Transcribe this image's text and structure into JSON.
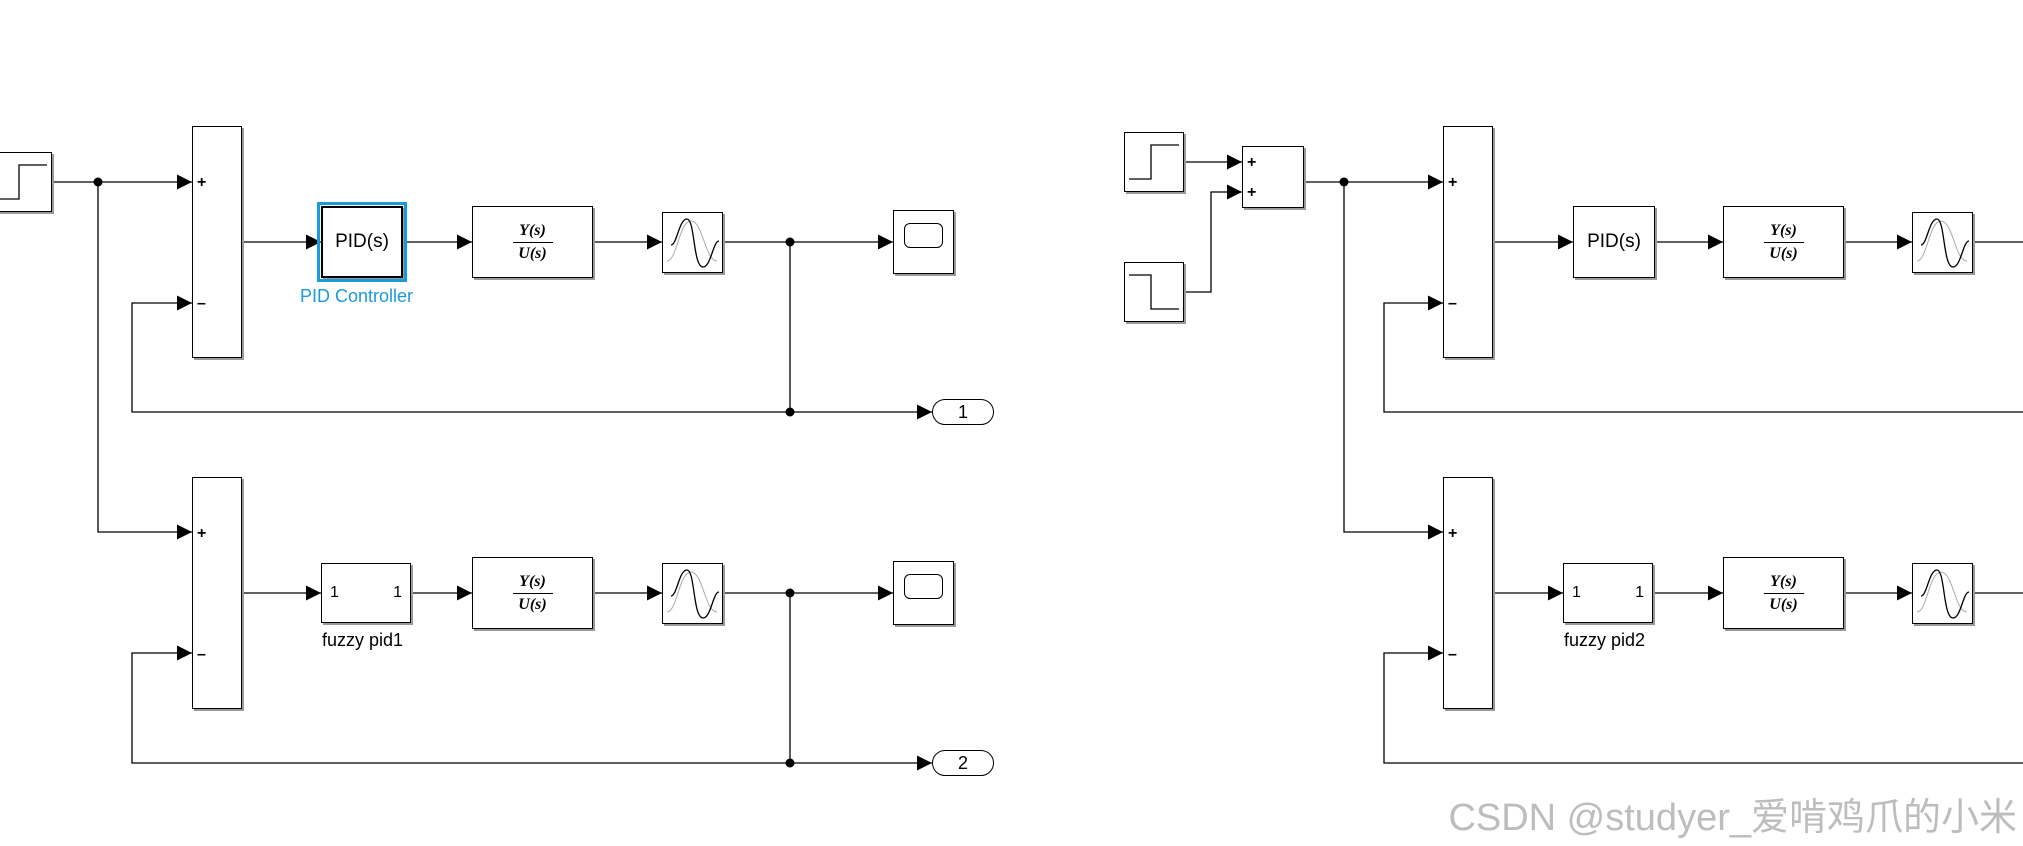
{
  "diagram": {
    "left_system": {
      "controller_1": {
        "text": "PID(s)",
        "label": "PID Controller"
      },
      "plant_1": {
        "num": "Y(s)",
        "den": "U(s)"
      },
      "output_port_1": "1",
      "controller_2": {
        "in": "1",
        "out": "1",
        "label": "fuzzy pid1"
      },
      "plant_2": {
        "num": "Y(s)",
        "den": "U(s)"
      },
      "output_port_2": "2"
    },
    "right_system": {
      "controller_1": {
        "text": "PID(s)"
      },
      "plant_1": {
        "num": "Y(s)",
        "den": "U(s)"
      },
      "controller_2": {
        "in": "1",
        "out": "1",
        "label": "fuzzy pid2"
      },
      "plant_2": {
        "num": "Y(s)",
        "den": "U(s)"
      }
    },
    "sum_signs": {
      "plus": "+",
      "minus": "–"
    }
  },
  "colors": {
    "selection": "#1b9ad9",
    "line": "#000000",
    "watermark": "#bdbdbd"
  },
  "watermark": "CSDN @studyer_爱啃鸡爪的小米"
}
